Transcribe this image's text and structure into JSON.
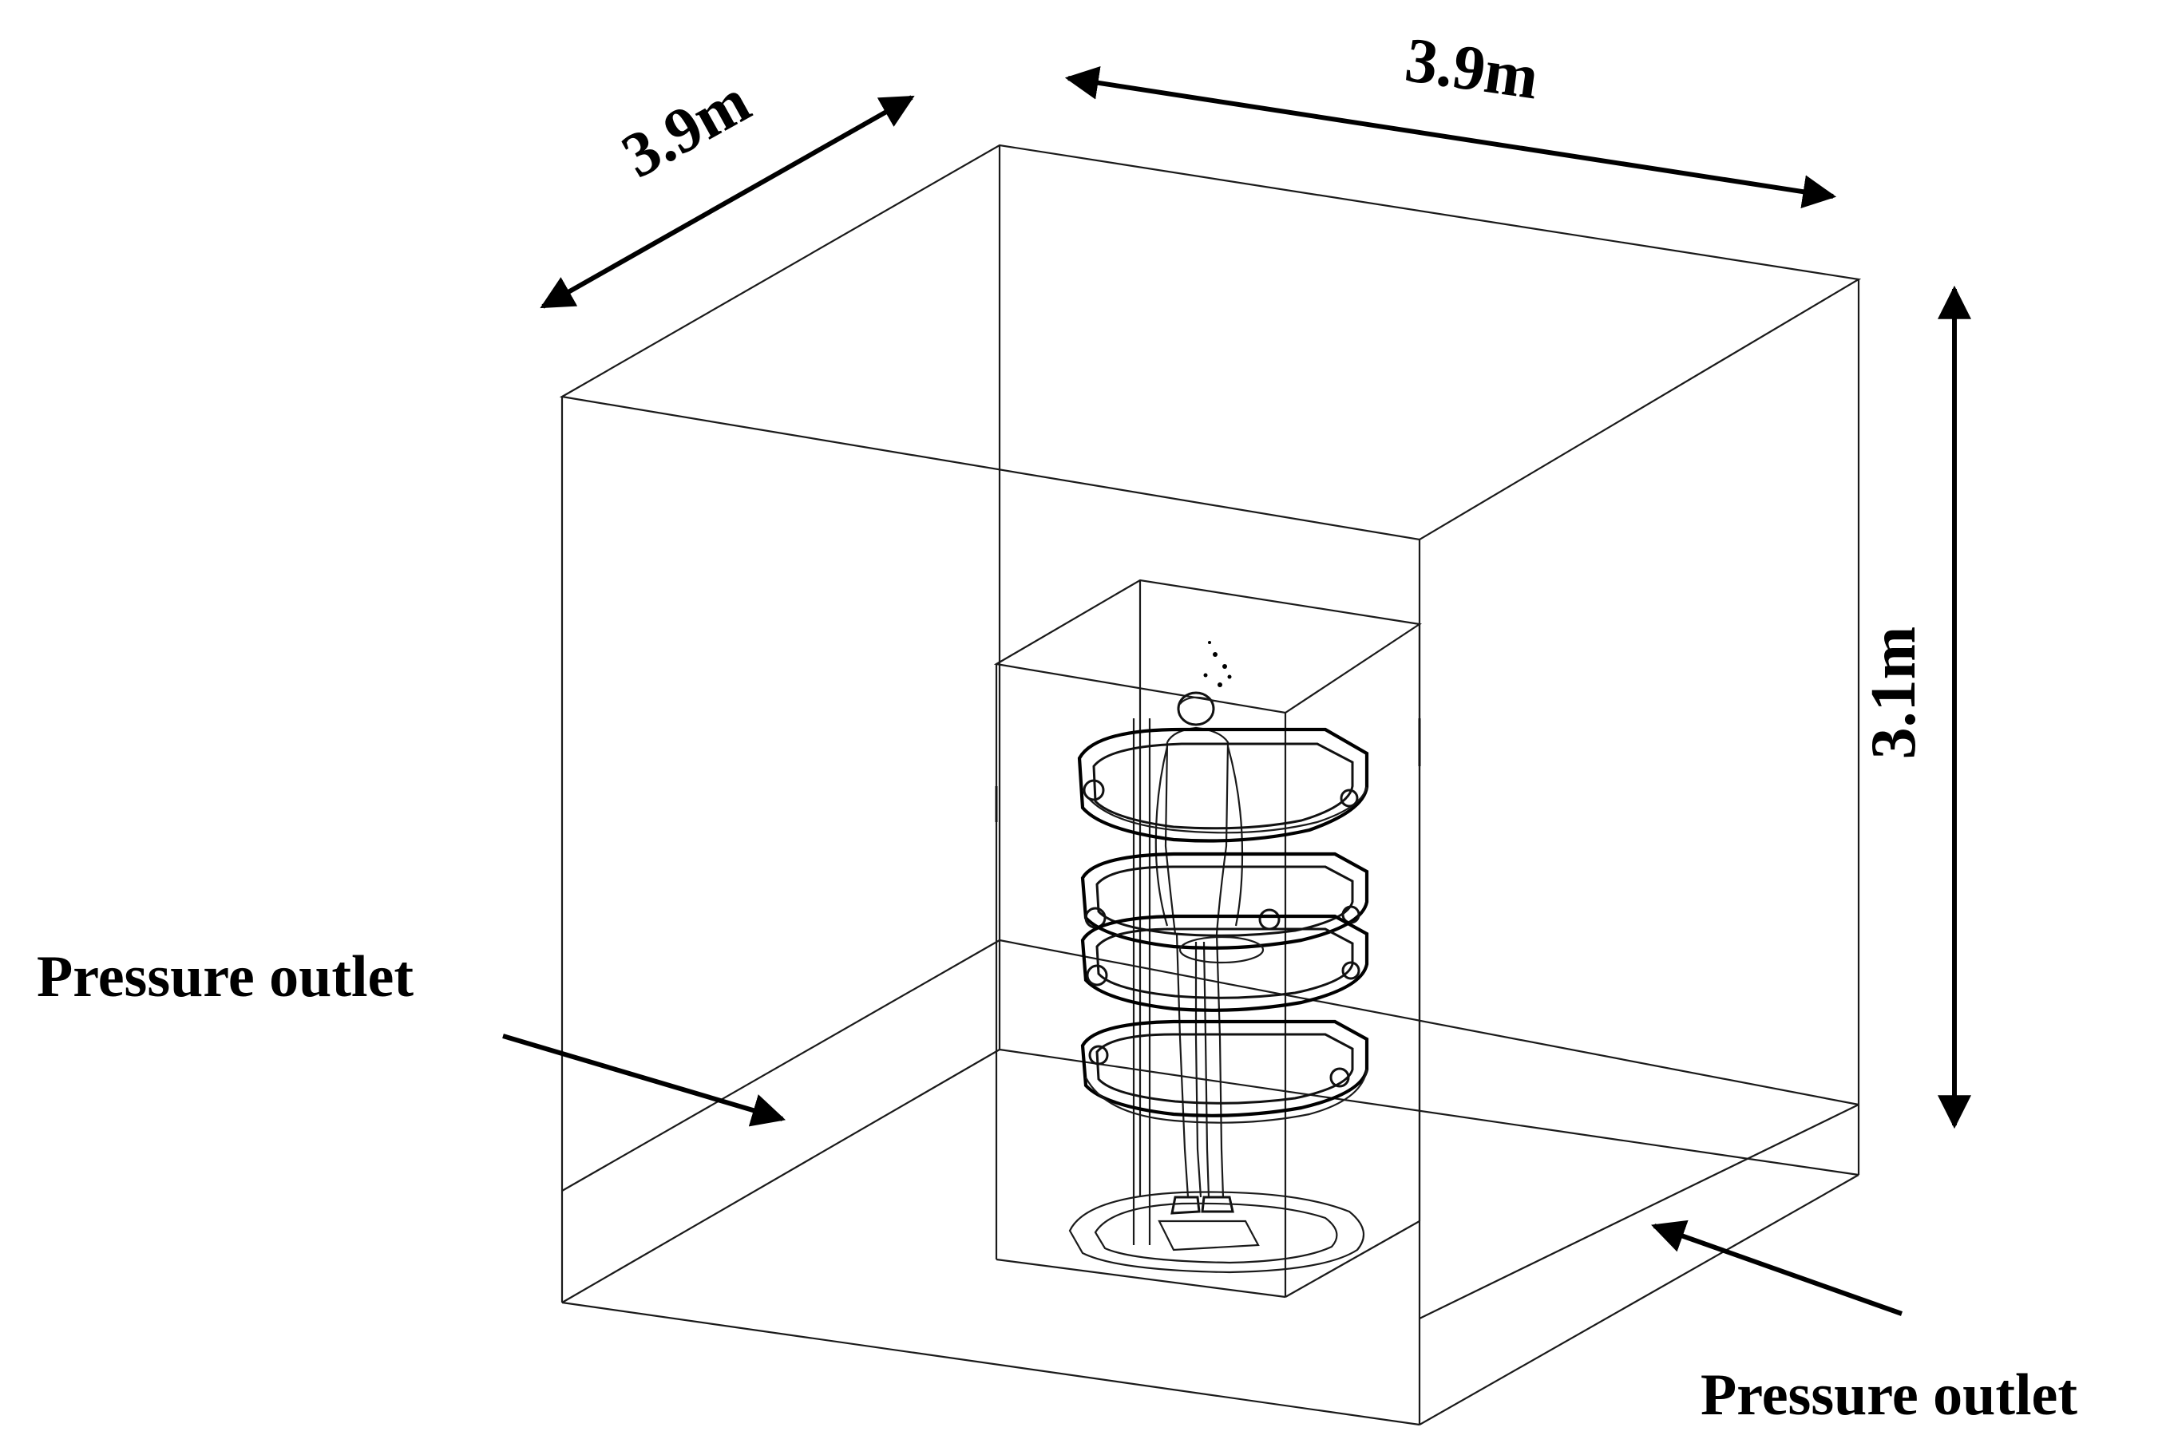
{
  "labels": {
    "depth": "3.9m",
    "width": "3.9m",
    "height": "3.1m",
    "outlet_left": "Pressure outlet",
    "outlet_right": "Pressure outlet"
  },
  "colors": {
    "lines": "#000000",
    "background": "#ffffff"
  }
}
